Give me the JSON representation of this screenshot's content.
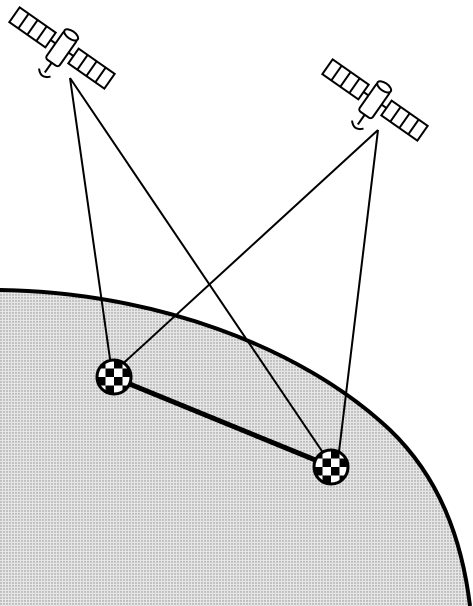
{
  "diagram": {
    "satellites": [
      {
        "icon": "satellite-icon"
      },
      {
        "icon": "satellite-icon"
      }
    ],
    "ground_stations": [
      {
        "icon": "checkered-marker-icon"
      },
      {
        "icon": "checkered-marker-icon"
      }
    ],
    "links": [
      {
        "from": "satellite-1",
        "to": "ground-station-1"
      },
      {
        "from": "satellite-1",
        "to": "ground-station-2"
      },
      {
        "from": "satellite-2",
        "to": "ground-station-1"
      },
      {
        "from": "satellite-2",
        "to": "ground-station-2"
      }
    ],
    "baseline": {
      "from": "ground-station-1",
      "to": "ground-station-2"
    },
    "colors": {
      "ink": "#000000",
      "earth_fill": "#d9d9d9",
      "earth_dot": "#8a8a8a",
      "background": "#ffffff"
    }
  }
}
